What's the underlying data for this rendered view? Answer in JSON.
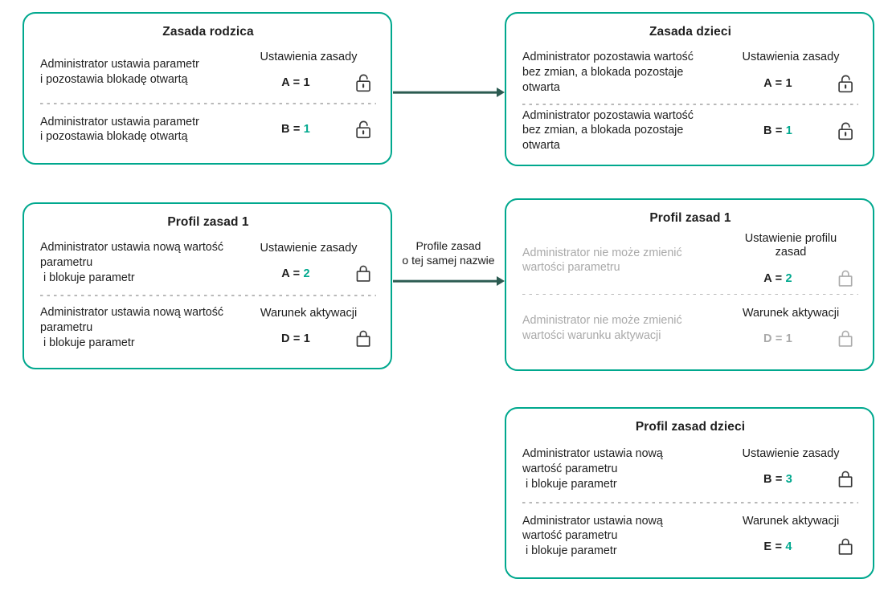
{
  "colors": {
    "accent_teal": "#00A88E",
    "value_teal": "#00A88E",
    "arrow_dark_teal": "#2B5B51",
    "text_dark": "#1F1F1F",
    "text_gray": "#A9A9A9",
    "lock_dark": "#3A3A3A",
    "lock_gray": "#ACACAC",
    "divider_gray": "#B9B9B9"
  },
  "boxes": [
    {
      "name": "zasada-rodzica",
      "title": "Zasada rodzica",
      "sections": [
        {
          "label": "Ustawienia zasady",
          "description": "Administrator ustawia parametr\ni pozostawia blokadę otwartą",
          "text_color": "#1F1F1F",
          "param": "A = ",
          "param_color": "#1F1F1F",
          "value": "1",
          "value_color": "#1F1F1F",
          "lock": "lock-open",
          "lock_color": "#3A3A3A"
        },
        {
          "label": "",
          "description": "Administrator ustawia parametr\ni pozostawia blokadę otwartą",
          "text_color": "#1F1F1F",
          "param": "B = ",
          "param_color": "#1F1F1F",
          "value": "1",
          "value_color": "#00A88E",
          "lock": "lock-open",
          "lock_color": "#3A3A3A"
        }
      ]
    },
    {
      "name": "zasada-dzieci",
      "title": "Zasada dzieci",
      "sections": [
        {
          "label": "Ustawienia zasady",
          "description": "Administrator pozostawia wartość\nbez zmian, a blokada pozostaje\notwarta",
          "text_color": "#1F1F1F",
          "param": "A = ",
          "param_color": "#1F1F1F",
          "value": "1",
          "value_color": "#1F1F1F",
          "lock": "lock-open",
          "lock_color": "#3A3A3A"
        },
        {
          "label": "",
          "description": "Administrator pozostawia wartość\nbez zmian, a blokada pozostaje\notwarta",
          "text_color": "#1F1F1F",
          "param": "B = ",
          "param_color": "#1F1F1F",
          "value": "1",
          "value_color": "#00A88E",
          "lock": "lock-open",
          "lock_color": "#3A3A3A"
        }
      ]
    },
    {
      "name": "profil-zasad-1-rodzic",
      "title": "Profil zasad 1",
      "sections": [
        {
          "label": "Ustawienie zasady",
          "description": "Administrator ustawia nową wartość\nparametru\n i blokuje parametr",
          "text_color": "#1F1F1F",
          "param": "A = ",
          "param_color": "#1F1F1F",
          "value": "2",
          "value_color": "#00A88E",
          "lock": "lock-closed",
          "lock_color": "#3A3A3A"
        },
        {
          "label": "Warunek aktywacji",
          "description": "Administrator ustawia nową wartość\nparametru\n i blokuje parametr",
          "text_color": "#1F1F1F",
          "param": "D = ",
          "param_color": "#1F1F1F",
          "value": "1",
          "value_color": "#1F1F1F",
          "lock": "lock-closed",
          "lock_color": "#3A3A3A"
        }
      ]
    },
    {
      "name": "profil-zasad-1-dziecko",
      "title": "Profil zasad 1",
      "sections": [
        {
          "label": "Ustawienie profilu\nzasad",
          "description": "Administrator nie może zmienić\nwartości parametru",
          "text_color": "#A9A9A9",
          "param": "A = ",
          "param_color": "#1F1F1F",
          "value": "2",
          "value_color": "#00A88E",
          "lock": "lock-closed",
          "lock_color": "#ACACAC"
        },
        {
          "label": "Warunek aktywacji",
          "description": "Administrator nie może zmienić\nwartości warunku aktywacji",
          "text_color": "#A9A9A9",
          "param": "D = ",
          "param_color": "#A9A9A9",
          "value": "1",
          "value_color": "#A9A9A9",
          "lock": "lock-closed",
          "lock_color": "#ACACAC"
        }
      ]
    },
    {
      "name": "profil-zasad-dzieci",
      "title": "Profil zasad dzieci",
      "sections": [
        {
          "label": "Ustawienie zasady",
          "description": "Administrator ustawia nową\nwartość parametru\n i blokuje parametr",
          "text_color": "#1F1F1F",
          "param": "B = ",
          "param_color": "#1F1F1F",
          "value": "3",
          "value_color": "#00A88E",
          "lock": "lock-closed",
          "lock_color": "#3A3A3A"
        },
        {
          "label": "Warunek aktywacji",
          "description": "Administrator ustawia nową\nwartość parametru\n i blokuje parametr",
          "text_color": "#1F1F1F",
          "param": "E = ",
          "param_color": "#1F1F1F",
          "value": "4",
          "value_color": "#00A88E",
          "lock": "lock-closed",
          "lock_color": "#3A3A3A"
        }
      ]
    }
  ],
  "arrows": [
    {
      "name": "parent-policy-to-child-policy",
      "label": ""
    },
    {
      "name": "parent-profile-to-child-profile",
      "label": "Profile zasad\no tej samej nazwie"
    }
  ]
}
